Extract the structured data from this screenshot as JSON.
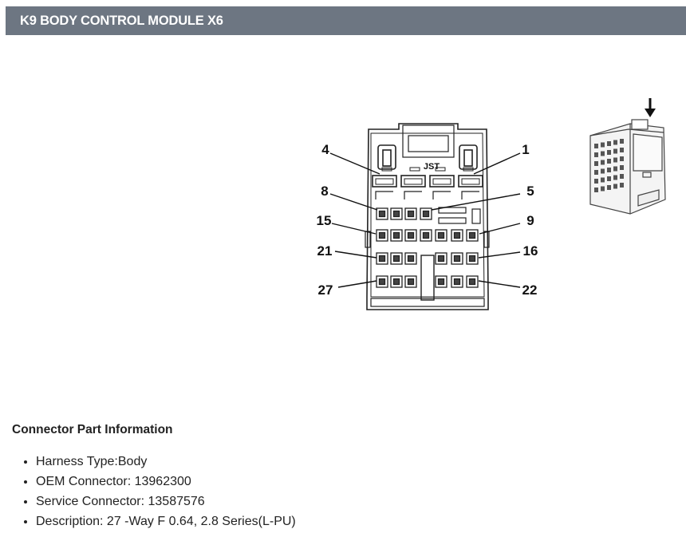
{
  "header": {
    "title": "K9 BODY CONTROL MODULE X6"
  },
  "diagram": {
    "connector_brand": "JST",
    "pin_labels": [
      "4",
      "1",
      "8",
      "5",
      "15",
      "9",
      "21",
      "16",
      "27",
      "22"
    ]
  },
  "info": {
    "title": "Connector Part Information",
    "items": [
      "Harness Type:Body",
      "OEM Connector: 13962300",
      "Service Connector: 13587576",
      "Description: 27 -Way F 0.64, 2.8 Series(L-PU)"
    ]
  }
}
